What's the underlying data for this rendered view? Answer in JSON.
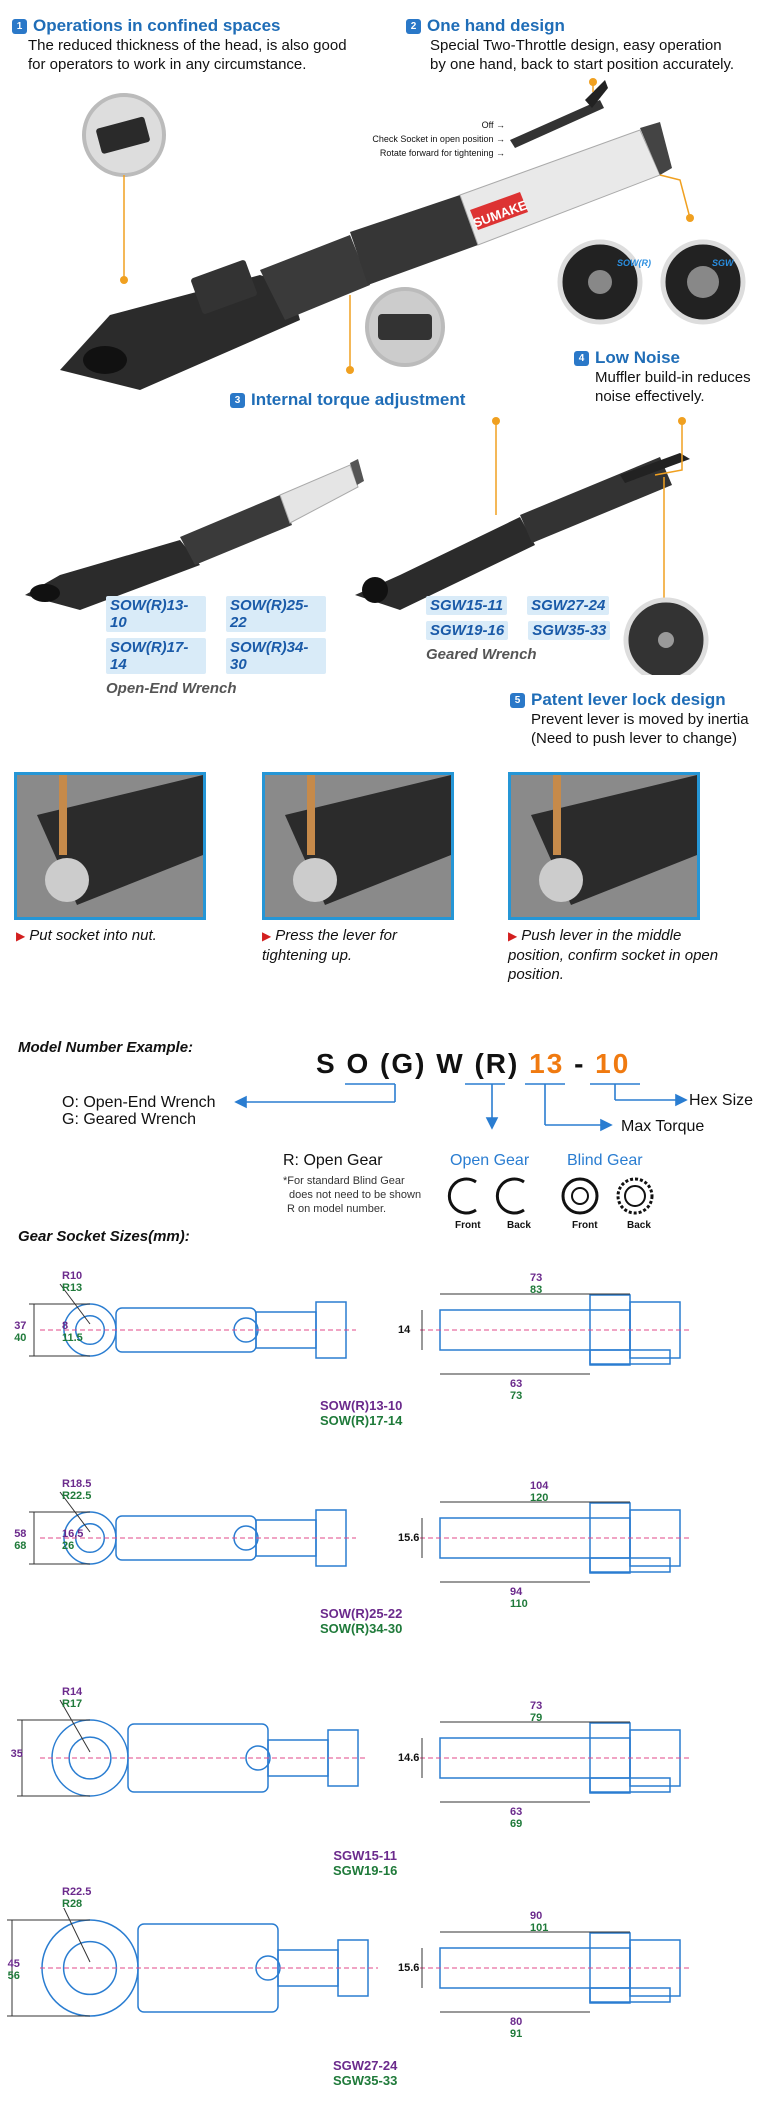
{
  "features": {
    "confined": {
      "num": "1",
      "title": "Operations in confined spaces",
      "desc": [
        "The reduced thickness of the head, is also good",
        "for operators to work in any circumstance."
      ]
    },
    "onehand": {
      "num": "2",
      "title": "One hand design",
      "desc": [
        "Special Two-Throttle design, easy operation",
        "by one hand, back to start position accurately."
      ]
    },
    "torque": {
      "num": "3",
      "title": "Internal torque adjustment"
    },
    "noise": {
      "num": "4",
      "title": "Low Noise",
      "desc": [
        "Muffler build-in reduces",
        "noise effectively."
      ]
    },
    "lever": {
      "num": "5",
      "title": "Patent lever lock design",
      "desc": [
        "Prevent lever is moved by inertia",
        "(Need to push lever to change)"
      ]
    }
  },
  "lever_labels": [
    "Off",
    "Check Socket in open position",
    "Rotate forward for tightening"
  ],
  "brand": "SUMAKE",
  "socket_tags": [
    "SOW(R)",
    "SGW"
  ],
  "models": {
    "open_end": [
      "SOW(R)13-10",
      "SOW(R)25-22",
      "SOW(R)17-14",
      "SOW(R)34-30"
    ],
    "open_end_label": "Open-End Wrench",
    "geared": [
      "SGW15-11",
      "SGW27-24",
      "SGW19-16",
      "SGW35-33"
    ],
    "geared_label": "Geared Wrench"
  },
  "steps": [
    "Put socket into nut.",
    "Press the lever for tightening up.",
    "Push lever in the middle position, confirm socket in open position."
  ],
  "model_example": {
    "title": "Model Number Example:",
    "code": [
      "S",
      "O",
      "(G)",
      "W",
      "(R)",
      "1",
      "3",
      "-",
      "1",
      "0"
    ],
    "hex": "Hex Size",
    "torque": "Max Torque",
    "og": [
      "O: Open-End Wrench",
      "G: Geared Wrench"
    ],
    "r": "R: Open Gear",
    "note": [
      "*For standard Blind Gear",
      "does not need to be shown",
      "R on model number."
    ],
    "open_gear": "Open Gear",
    "blind_gear": "Blind Gear",
    "front": "Front",
    "back": "Back"
  },
  "sizes_title": "Gear Socket Sizes(mm):",
  "diagrams": [
    {
      "r1": "R10",
      "r2": "R13",
      "h1": "37",
      "h2": "40",
      "i1": "8",
      "i2": "11.5",
      "t": "14",
      "l1a": "73",
      "l1b": "83",
      "l2a": "63",
      "l2b": "73",
      "m1": "SOW(R)13-10",
      "m2": "SOW(R)17-14"
    },
    {
      "r1": "R18.5",
      "r2": "R22.5",
      "h1": "58",
      "h2": "68",
      "i1": "16.5",
      "i2": "26",
      "t": "15.6",
      "l1a": "104",
      "l1b": "120",
      "l2a": "94",
      "l2b": "110",
      "m1": "SOW(R)25-22",
      "m2": "SOW(R)34-30"
    },
    {
      "r1": "R14",
      "r2": "R17",
      "h1": "35",
      "h2": "",
      "i1": "",
      "i2": "",
      "t": "14.6",
      "l1a": "73",
      "l1b": "79",
      "l2a": "63",
      "l2b": "69",
      "m1": "SGW15-11",
      "m2": "SGW19-16"
    },
    {
      "r1": "R22.5",
      "r2": "R28",
      "h1": "45",
      "h2": "56",
      "i1": "",
      "i2": "",
      "t": "15.6",
      "l1a": "90",
      "l1b": "101",
      "l2a": "80",
      "l2b": "91",
      "m1": "SGW27-24",
      "m2": "SGW35-33"
    }
  ]
}
